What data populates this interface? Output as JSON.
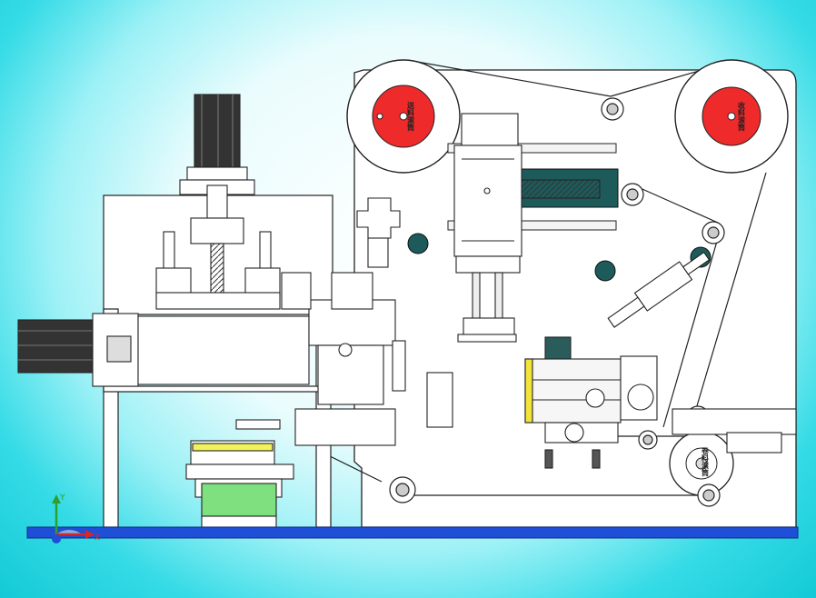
{
  "labels": {
    "feed_reel": "送料滚筒",
    "takeup_reel": "收料滚筒",
    "rewind_reel": "卷料滚筒"
  },
  "triad": {
    "y": "Y",
    "x": "X"
  },
  "colors": {
    "reel_hub": "#ee2a2a",
    "motor_green": "#7fe07f",
    "tray_yellow": "#f2f25a",
    "floor_blue": "#1f4fd6",
    "background_edge": "#13cad6"
  }
}
